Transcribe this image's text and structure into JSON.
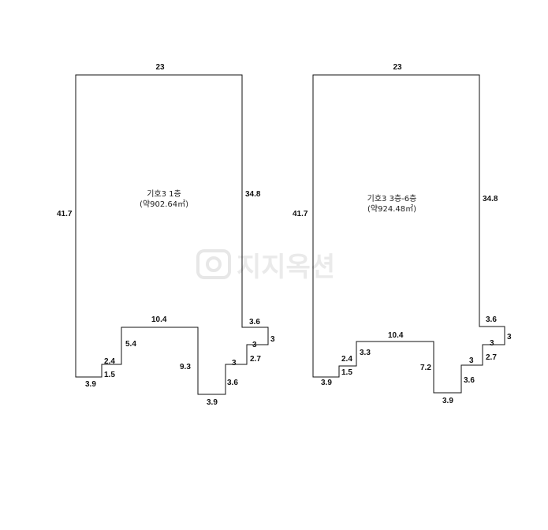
{
  "watermark": "지지옥션",
  "plans": [
    {
      "title": "기호3 1층",
      "area": "(약902.64㎡)",
      "dimensions": {
        "top": "23",
        "left": "41.7",
        "right": "34.8",
        "step_r1": "3.6",
        "step_r2": "3",
        "step_r3": "3",
        "step_r4": "2.7",
        "step_r5": "3",
        "step_r6": "3.6",
        "bottom_right": "3.9",
        "inner_right": "9.3",
        "inner_top": "10.4",
        "inner_left": "5.4",
        "step_l1": "2.4",
        "step_l2": "1.5",
        "bottom_left": "3.9"
      }
    },
    {
      "title": "기호3 3층-6층",
      "area": "(약924.48㎡)",
      "dimensions": {
        "top": "23",
        "left": "41.7",
        "right": "34.8",
        "step_r1": "3.6",
        "step_r2": "3",
        "step_r3": "3",
        "step_r4": "2.7",
        "step_r5": "3",
        "step_r6": "3.6",
        "bottom_right": "3.9",
        "inner_right": "7.2",
        "inner_top": "10.4",
        "inner_left": "3.3",
        "step_l1": "2.4",
        "step_l2": "1.5",
        "bottom_left": "3.9"
      }
    }
  ]
}
